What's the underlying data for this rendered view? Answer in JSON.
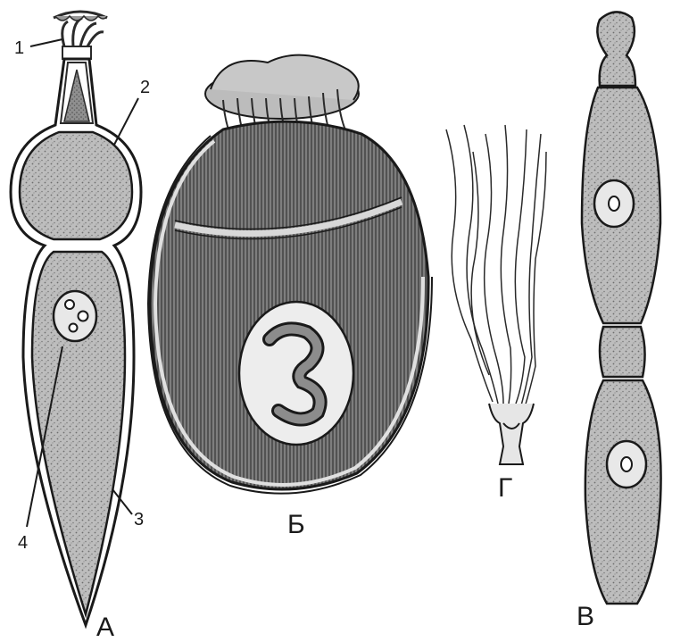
{
  "labels": {
    "panel_a": "А",
    "panel_b": "Б",
    "panel_v": "В",
    "panel_g": "Г",
    "callout_1": "1",
    "callout_2": "2",
    "callout_3": "3",
    "callout_4": "4"
  }
}
